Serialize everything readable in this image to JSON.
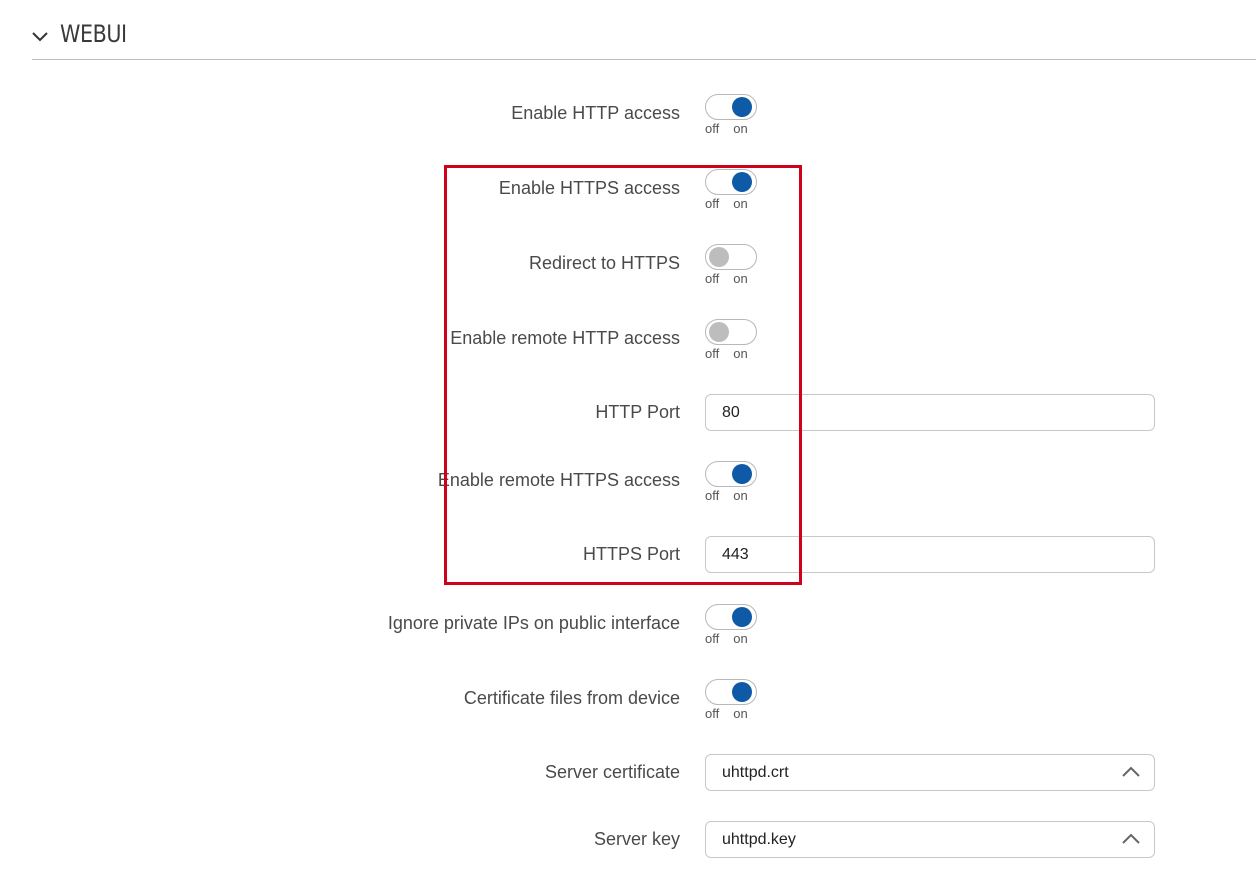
{
  "section": {
    "title": "WEBUI",
    "icon": "chevron-down-icon"
  },
  "toggle_caption": {
    "off": "off",
    "on": "on"
  },
  "colors": {
    "toggle_on": "#0e5aa7",
    "toggle_off": "#bdbdbd",
    "highlight": "#d0021b"
  },
  "fields": {
    "enable_http": {
      "label": "Enable HTTP access",
      "state": "on"
    },
    "enable_https": {
      "label": "Enable HTTPS access",
      "state": "on"
    },
    "redirect_https": {
      "label": "Redirect to HTTPS",
      "state": "off"
    },
    "remote_http": {
      "label": "Enable remote HTTP access",
      "state": "off"
    },
    "http_port": {
      "label": "HTTP Port",
      "value": "80"
    },
    "remote_https": {
      "label": "Enable remote HTTPS access",
      "state": "on"
    },
    "https_port": {
      "label": "HTTPS Port",
      "value": "443"
    },
    "ignore_private": {
      "label": "Ignore private IPs on public interface",
      "state": "on"
    },
    "cert_from_device": {
      "label": "Certificate files from device",
      "state": "on"
    },
    "server_cert": {
      "label": "Server certificate",
      "value": "uhttpd.crt"
    },
    "server_key": {
      "label": "Server key",
      "value": "uhttpd.key"
    }
  }
}
